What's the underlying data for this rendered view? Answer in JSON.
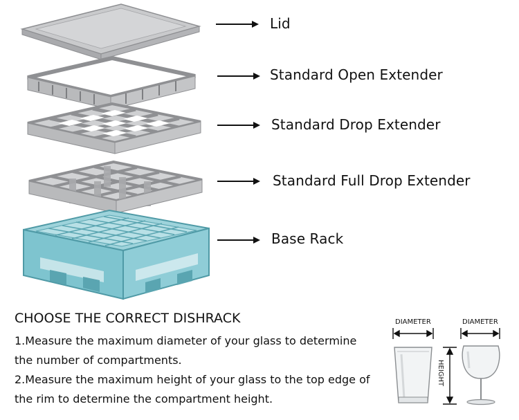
{
  "components": [
    {
      "name": "Lid"
    },
    {
      "name": "Standard Open Extender"
    },
    {
      "name": "Standard Drop Extender"
    },
    {
      "name": "Standard Full Drop Extender"
    },
    {
      "name": "Base Rack"
    }
  ],
  "guide": {
    "title": "CHOOSE THE CORRECT DISHRACK",
    "step1": "1.Measure the maximum diameter of your glass to determine the number of compartments.",
    "step2": "2.Measure the maximum height of your glass to the top edge of the rim to determine the compartment height."
  },
  "measurements": {
    "diameter_label": "DIAMETER",
    "height_label": "HEIGHT"
  },
  "colors": {
    "extender_gray": "#b9babc",
    "rack_blue": "#7ec4cf",
    "arrow": "#111111"
  }
}
